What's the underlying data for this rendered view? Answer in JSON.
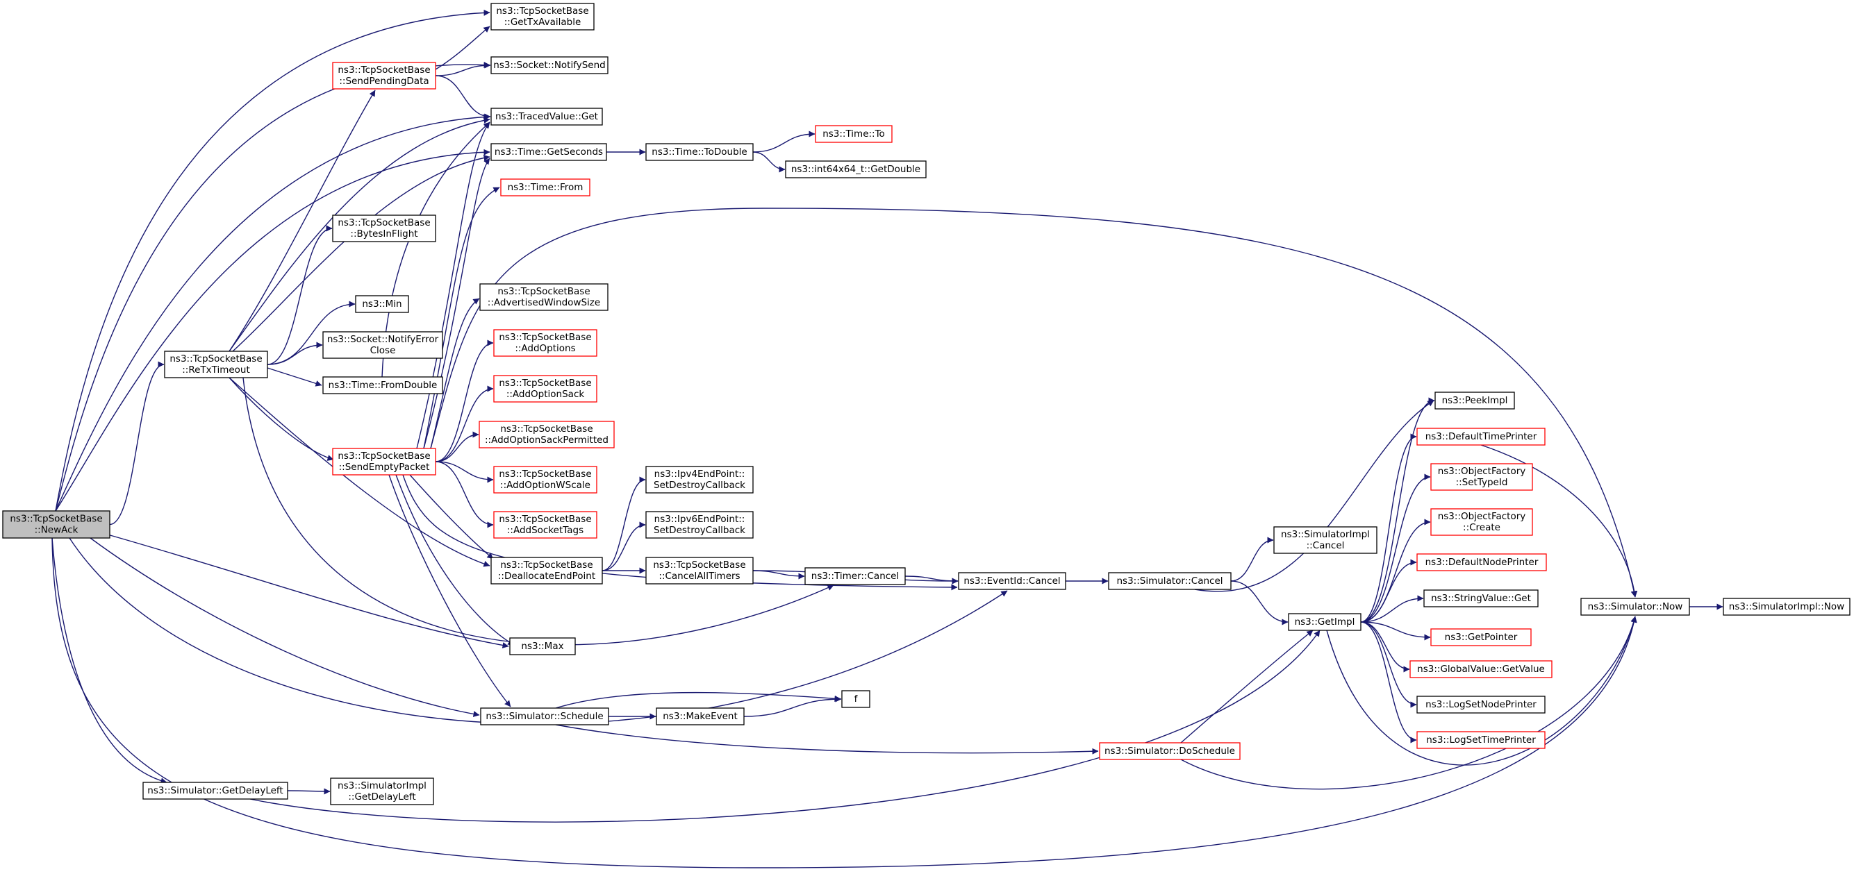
{
  "colors": {
    "edge": "#191970",
    "normal_border": "#000000",
    "truncated_border": "#ff0000",
    "root_fill": "#bfbfbf"
  },
  "nodes": [
    {
      "id": "newack",
      "lines": [
        "ns3::TcpSocketBase",
        "::NewAck"
      ],
      "style": "root"
    },
    {
      "id": "gettx",
      "lines": [
        "ns3::TcpSocketBase",
        "::GetTxAvailable"
      ],
      "style": "normal"
    },
    {
      "id": "notifysend",
      "lines": [
        "ns3::Socket::NotifySend"
      ],
      "style": "normal"
    },
    {
      "id": "sendpending",
      "lines": [
        "ns3::TcpSocketBase",
        "::SendPendingData"
      ],
      "style": "red"
    },
    {
      "id": "tracedget",
      "lines": [
        "ns3::TracedValue::Get"
      ],
      "style": "normal"
    },
    {
      "id": "getseconds",
      "lines": [
        "ns3::Time::GetSeconds"
      ],
      "style": "normal"
    },
    {
      "id": "todouble",
      "lines": [
        "ns3::Time::ToDouble"
      ],
      "style": "normal"
    },
    {
      "id": "timeto",
      "lines": [
        "ns3::Time::To"
      ],
      "style": "red"
    },
    {
      "id": "int64",
      "lines": [
        "ns3::int64x64_t::GetDouble"
      ],
      "style": "normal"
    },
    {
      "id": "timefrom",
      "lines": [
        "ns3::Time::From"
      ],
      "style": "red"
    },
    {
      "id": "bytesinflight",
      "lines": [
        "ns3::TcpSocketBase",
        "::BytesInFlight"
      ],
      "style": "normal"
    },
    {
      "id": "advwin",
      "lines": [
        "ns3::TcpSocketBase",
        "::AdvertisedWindowSize"
      ],
      "style": "normal"
    },
    {
      "id": "min",
      "lines": [
        "ns3::Min"
      ],
      "style": "normal"
    },
    {
      "id": "notifyerr",
      "lines": [
        "ns3::Socket::NotifyError",
        "Close"
      ],
      "style": "normal"
    },
    {
      "id": "retx",
      "lines": [
        "ns3::TcpSocketBase",
        "::ReTxTimeout"
      ],
      "style": "normal"
    },
    {
      "id": "addoptions",
      "lines": [
        "ns3::TcpSocketBase",
        "::AddOptions"
      ],
      "style": "red"
    },
    {
      "id": "fromdouble",
      "lines": [
        "ns3::Time::FromDouble"
      ],
      "style": "normal"
    },
    {
      "id": "addsack",
      "lines": [
        "ns3::TcpSocketBase",
        "::AddOptionSack"
      ],
      "style": "red"
    },
    {
      "id": "addsackperm",
      "lines": [
        "ns3::TcpSocketBase",
        "::AddOptionSackPermitted"
      ],
      "style": "red"
    },
    {
      "id": "sendempty",
      "lines": [
        "ns3::TcpSocketBase",
        "::SendEmptyPacket"
      ],
      "style": "red"
    },
    {
      "id": "addwscale",
      "lines": [
        "ns3::TcpSocketBase",
        "::AddOptionWScale"
      ],
      "style": "red"
    },
    {
      "id": "ipv4",
      "lines": [
        "ns3::Ipv4EndPoint::",
        "SetDestroyCallback"
      ],
      "style": "normal"
    },
    {
      "id": "ipv6",
      "lines": [
        "ns3::Ipv6EndPoint::",
        "SetDestroyCallback"
      ],
      "style": "normal"
    },
    {
      "id": "addtags",
      "lines": [
        "ns3::TcpSocketBase",
        "::AddSocketTags"
      ],
      "style": "red"
    },
    {
      "id": "dealloc",
      "lines": [
        "ns3::TcpSocketBase",
        "::DeallocateEndPoint"
      ],
      "style": "normal"
    },
    {
      "id": "cancelall",
      "lines": [
        "ns3::TcpSocketBase",
        "::CancelAllTimers"
      ],
      "style": "normal"
    },
    {
      "id": "timercancel",
      "lines": [
        "ns3::Timer::Cancel"
      ],
      "style": "normal"
    },
    {
      "id": "eventcancel",
      "lines": [
        "ns3::EventId::Cancel"
      ],
      "style": "normal"
    },
    {
      "id": "simcancel",
      "lines": [
        "ns3::Simulator::Cancel"
      ],
      "style": "normal"
    },
    {
      "id": "simimplcancel",
      "lines": [
        "ns3::SimulatorImpl",
        "::Cancel"
      ],
      "style": "normal"
    },
    {
      "id": "max",
      "lines": [
        "ns3::Max"
      ],
      "style": "normal"
    },
    {
      "id": "schedule",
      "lines": [
        "ns3::Simulator::Schedule"
      ],
      "style": "normal"
    },
    {
      "id": "makeevent",
      "lines": [
        "ns3::MakeEvent"
      ],
      "style": "normal"
    },
    {
      "id": "f",
      "lines": [
        "f"
      ],
      "style": "normal"
    },
    {
      "id": "doschedule",
      "lines": [
        "ns3::Simulator::DoSchedule"
      ],
      "style": "red"
    },
    {
      "id": "getdelay",
      "lines": [
        "ns3::Simulator::GetDelayLeft"
      ],
      "style": "normal"
    },
    {
      "id": "simimpldelay",
      "lines": [
        "ns3::SimulatorImpl",
        "::GetDelayLeft"
      ],
      "style": "normal"
    },
    {
      "id": "getimpl",
      "lines": [
        "ns3::GetImpl"
      ],
      "style": "normal"
    },
    {
      "id": "peekimpl",
      "lines": [
        "ns3::PeekImpl"
      ],
      "style": "normal"
    },
    {
      "id": "deftimeprinter",
      "lines": [
        "ns3::DefaultTimePrinter"
      ],
      "style": "red"
    },
    {
      "id": "settypeid",
      "lines": [
        "ns3::ObjectFactory",
        "::SetTypeId"
      ],
      "style": "red"
    },
    {
      "id": "create",
      "lines": [
        "ns3::ObjectFactory",
        "::Create"
      ],
      "style": "red"
    },
    {
      "id": "defnodeprinter",
      "lines": [
        "ns3::DefaultNodePrinter"
      ],
      "style": "red"
    },
    {
      "id": "stringget",
      "lines": [
        "ns3::StringValue::Get"
      ],
      "style": "normal"
    },
    {
      "id": "getpointer",
      "lines": [
        "ns3::GetPointer"
      ],
      "style": "red"
    },
    {
      "id": "globalget",
      "lines": [
        "ns3::GlobalValue::GetValue"
      ],
      "style": "red"
    },
    {
      "id": "lognode",
      "lines": [
        "ns3::LogSetNodePrinter"
      ],
      "style": "normal"
    },
    {
      "id": "logtime",
      "lines": [
        "ns3::LogSetTimePrinter"
      ],
      "style": "red"
    },
    {
      "id": "simnow",
      "lines": [
        "ns3::Simulator::Now"
      ],
      "style": "normal"
    },
    {
      "id": "simimplnow",
      "lines": [
        "ns3::SimulatorImpl::Now"
      ],
      "style": "normal"
    }
  ],
  "edges": [
    [
      "newack",
      "gettx"
    ],
    [
      "newack",
      "notifysend"
    ],
    [
      "newack",
      "tracedget"
    ],
    [
      "newack",
      "getseconds"
    ],
    [
      "newack",
      "retx"
    ],
    [
      "newack",
      "max"
    ],
    [
      "newack",
      "schedule"
    ],
    [
      "newack",
      "eventcancel"
    ],
    [
      "newack",
      "getdelay"
    ],
    [
      "newack",
      "simnow"
    ],
    [
      "retx",
      "sendpending"
    ],
    [
      "retx",
      "tracedget"
    ],
    [
      "retx",
      "getseconds"
    ],
    [
      "retx",
      "bytesinflight"
    ],
    [
      "retx",
      "min"
    ],
    [
      "retx",
      "notifyerr"
    ],
    [
      "retx",
      "fromdouble"
    ],
    [
      "retx",
      "sendempty"
    ],
    [
      "retx",
      "dealloc"
    ],
    [
      "retx",
      "timercancel"
    ],
    [
      "sendpending",
      "gettx"
    ],
    [
      "sendpending",
      "notifysend"
    ],
    [
      "sendpending",
      "tracedget"
    ],
    [
      "getseconds",
      "todouble"
    ],
    [
      "todouble",
      "timeto"
    ],
    [
      "todouble",
      "int64"
    ],
    [
      "fromdouble",
      "tracedget"
    ],
    [
      "sendempty",
      "tracedget"
    ],
    [
      "sendempty",
      "getseconds"
    ],
    [
      "sendempty",
      "timefrom"
    ],
    [
      "sendempty",
      "advwin"
    ],
    [
      "sendempty",
      "addoptions"
    ],
    [
      "sendempty",
      "addsack"
    ],
    [
      "sendempty",
      "addsackperm"
    ],
    [
      "sendempty",
      "addwscale"
    ],
    [
      "sendempty",
      "addtags"
    ],
    [
      "sendempty",
      "dealloc"
    ],
    [
      "sendempty",
      "eventcancel"
    ],
    [
      "sendempty",
      "max"
    ],
    [
      "sendempty",
      "schedule"
    ],
    [
      "sendempty",
      "simnow"
    ],
    [
      "dealloc",
      "ipv4"
    ],
    [
      "dealloc",
      "ipv6"
    ],
    [
      "dealloc",
      "cancelall"
    ],
    [
      "cancelall",
      "timercancel"
    ],
    [
      "cancelall",
      "eventcancel"
    ],
    [
      "timercancel",
      "eventcancel"
    ],
    [
      "eventcancel",
      "simcancel"
    ],
    [
      "simcancel",
      "simimplcancel"
    ],
    [
      "simcancel",
      "getimpl"
    ],
    [
      "simcancel",
      "peekimpl"
    ],
    [
      "schedule",
      "f"
    ],
    [
      "schedule",
      "makeevent"
    ],
    [
      "schedule",
      "doschedule"
    ],
    [
      "makeevent",
      "f"
    ],
    [
      "doschedule",
      "getimpl"
    ],
    [
      "doschedule",
      "simnow"
    ],
    [
      "getdelay",
      "simimpldelay"
    ],
    [
      "getdelay",
      "getimpl"
    ],
    [
      "getimpl",
      "peekimpl"
    ],
    [
      "getimpl",
      "deftimeprinter"
    ],
    [
      "getimpl",
      "settypeid"
    ],
    [
      "getimpl",
      "create"
    ],
    [
      "getimpl",
      "defnodeprinter"
    ],
    [
      "getimpl",
      "stringget"
    ],
    [
      "getimpl",
      "getpointer"
    ],
    [
      "getimpl",
      "globalget"
    ],
    [
      "getimpl",
      "lognode"
    ],
    [
      "getimpl",
      "logtime"
    ],
    [
      "getimpl",
      "simnow"
    ],
    [
      "deftimeprinter",
      "simnow"
    ],
    [
      "simnow",
      "simimplnow"
    ]
  ]
}
